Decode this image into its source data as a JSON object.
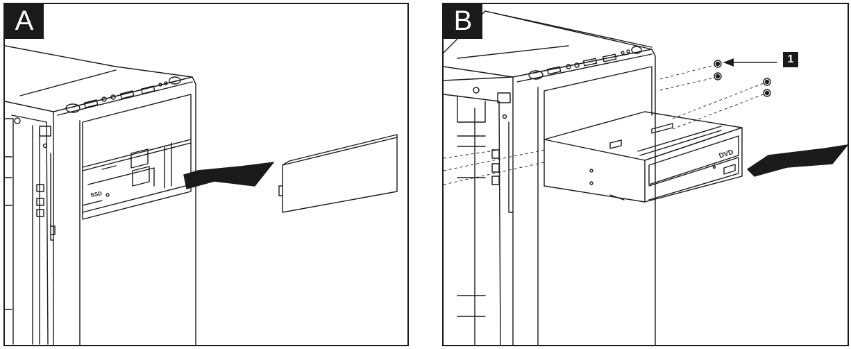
{
  "panels": [
    {
      "label": "A",
      "bay_label": "SSD"
    },
    {
      "label": "B",
      "callout": "1",
      "drive_logo": "DVD"
    }
  ],
  "colors": {
    "ink": "#1a1a1a",
    "paper": "#ffffff"
  }
}
